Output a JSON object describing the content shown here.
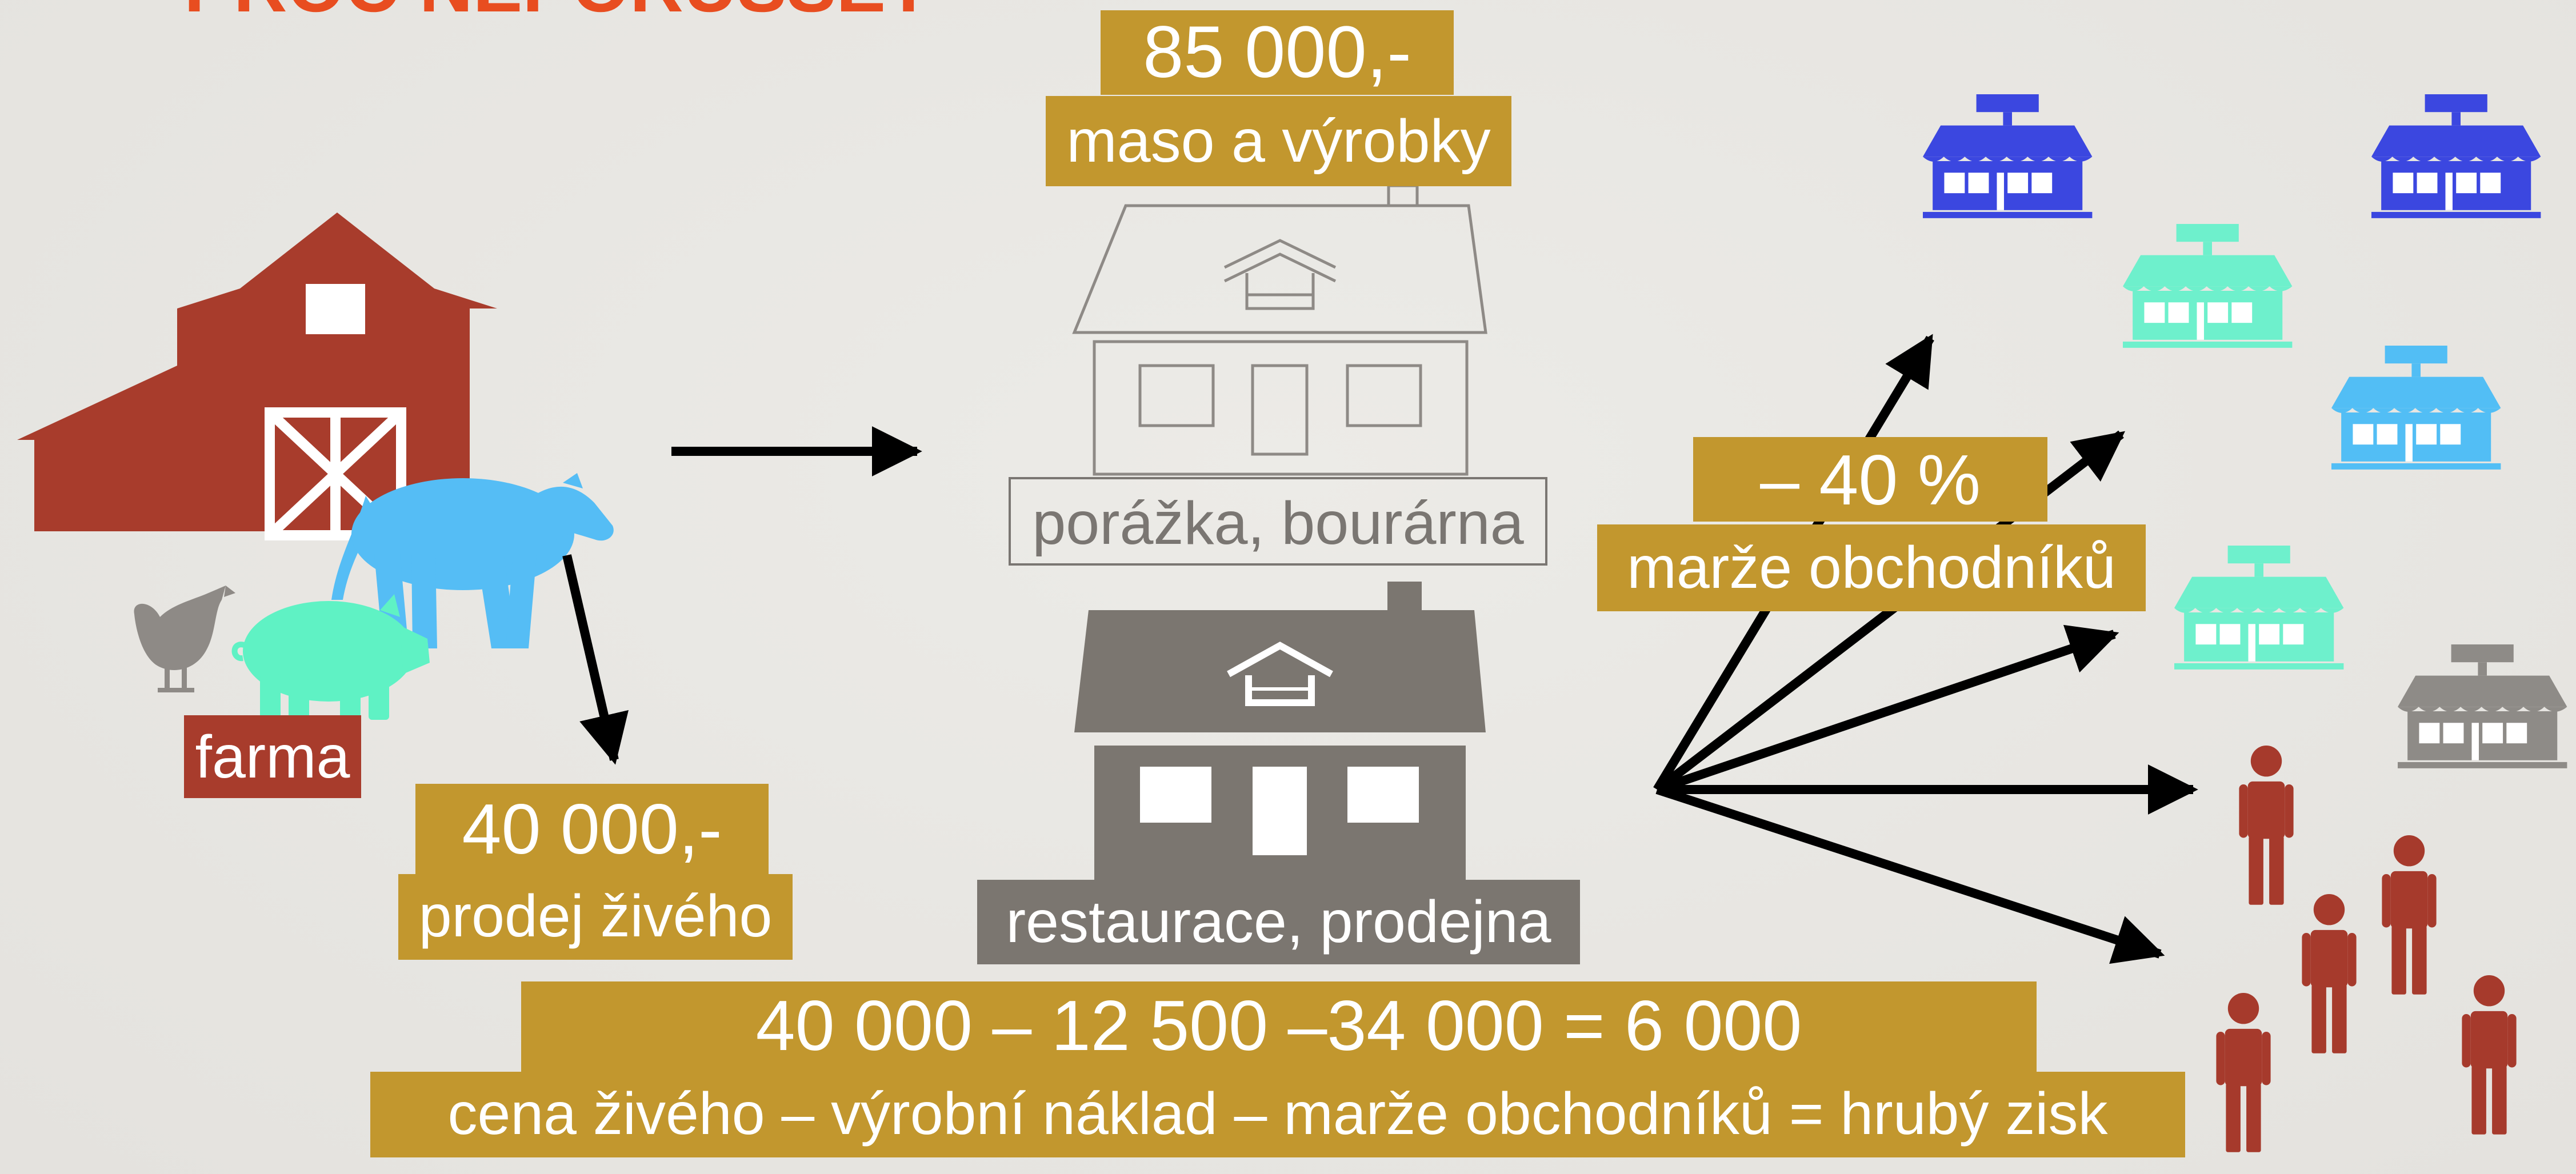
{
  "heading": "PROČ NEPORUSSET",
  "slaughterhouse": {
    "price": "85 000,-",
    "product": "maso a výrobky",
    "label": "porážka, bourárna"
  },
  "farm": {
    "label": "farma"
  },
  "live_sale": {
    "price": "40 000,-",
    "label": "prodej živého"
  },
  "retail": {
    "label": "restaurace, prodejna"
  },
  "margin": {
    "value": "– 40 %",
    "label": "marže obchodníků"
  },
  "equation": {
    "formula": "40 000 – 12 500 –34 000 = 6 000",
    "legend": "cena živého – výrobní náklad – marže obchodníků = hrubý zisk"
  },
  "colors": {
    "gold": "#c2972e",
    "barn_red": "#a83c2c",
    "house_gray": "#7b7670",
    "cow_blue": "#55bdf5",
    "pig_mint": "#5ff2c4",
    "store_blue": "#3b47e0",
    "store_lightblue": "#52bef5",
    "store_mint": "#6ef0cc",
    "store_gray": "#8e8b87",
    "people_red": "#a63a2c"
  },
  "icons": [
    "barn-icon",
    "cow-icon",
    "pig-icon",
    "chicken-icon",
    "slaughterhouse-icon",
    "restaurant-icon",
    "store-icon",
    "person-icon",
    "arrow-icon"
  ]
}
